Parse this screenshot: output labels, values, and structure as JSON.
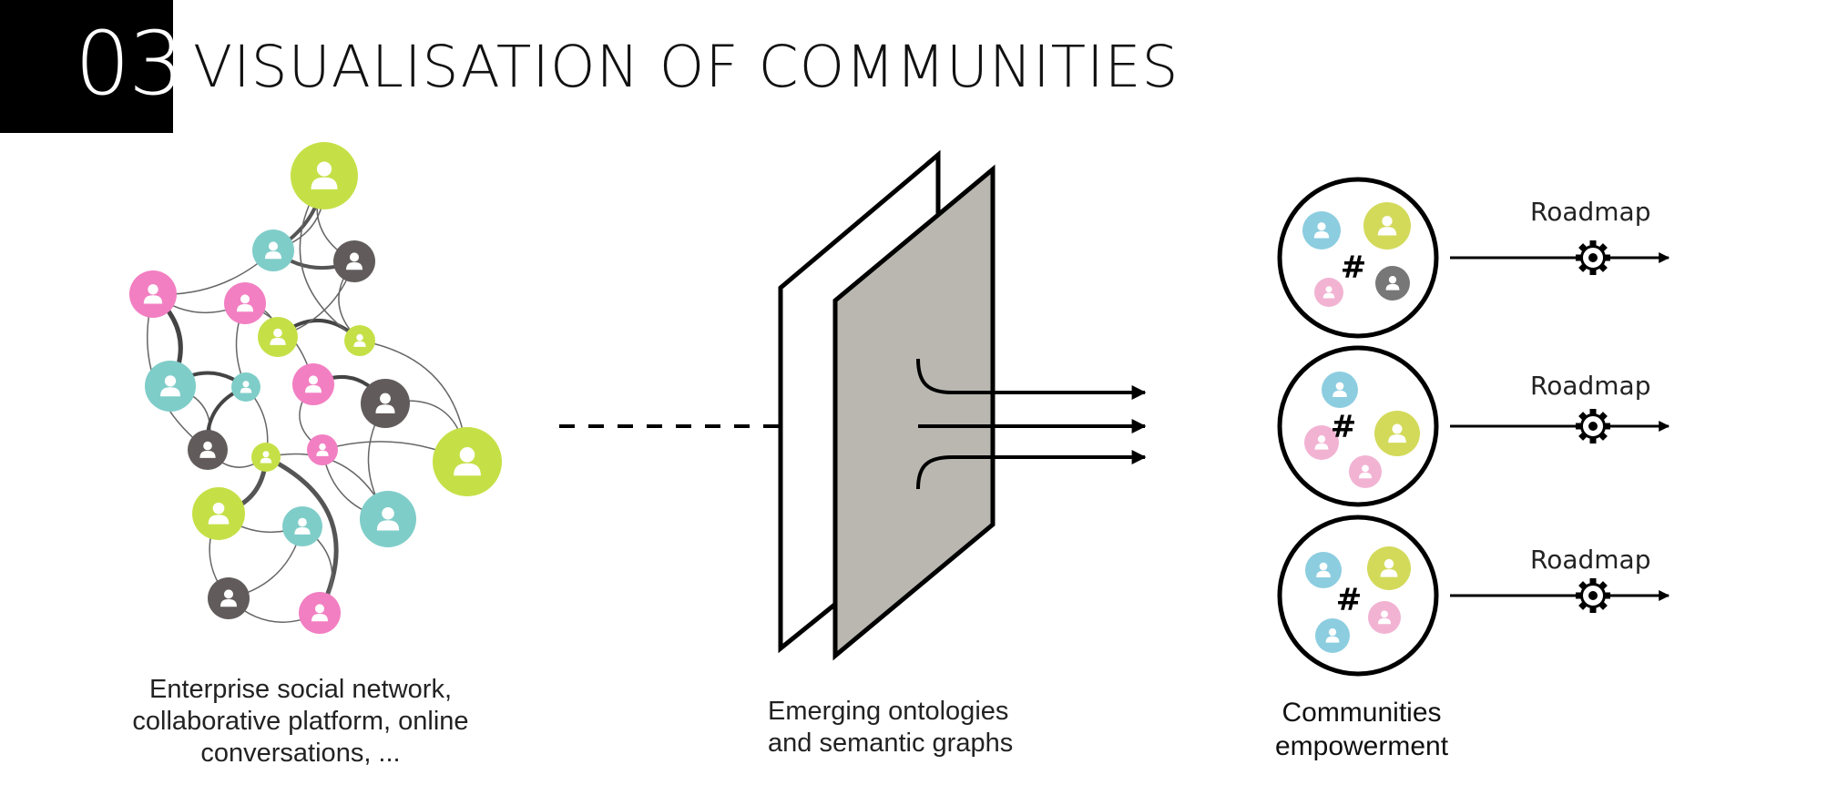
{
  "header": {
    "section_number": "03",
    "title": "VISUALISATION OF COMMUNITIES"
  },
  "captions": {
    "left_lines": [
      "Enterprise social network,",
      "collaborative platform, online",
      "conversations, ..."
    ],
    "middle_lines": [
      "Emerging ontologies",
      "and semantic graphs"
    ],
    "right_lines": [
      "Communities",
      "empowerment"
    ]
  },
  "communities": [
    {
      "hashtag": "#",
      "roadmap_label": "Roadmap"
    },
    {
      "hashtag": "#",
      "roadmap_label": "Roadmap"
    },
    {
      "hashtag": "#",
      "roadmap_label": "Roadmap"
    }
  ],
  "colors": {
    "lime": "#c5e047",
    "teal": "#7fcdc9",
    "pink": "#f27fc2",
    "dark": "#615c5b",
    "filter_panel": "#b9b7b0",
    "community_blue": "#8ccde0",
    "community_olive": "#d3da5a",
    "community_pink": "#f2b3d3",
    "community_gray": "#777777"
  }
}
